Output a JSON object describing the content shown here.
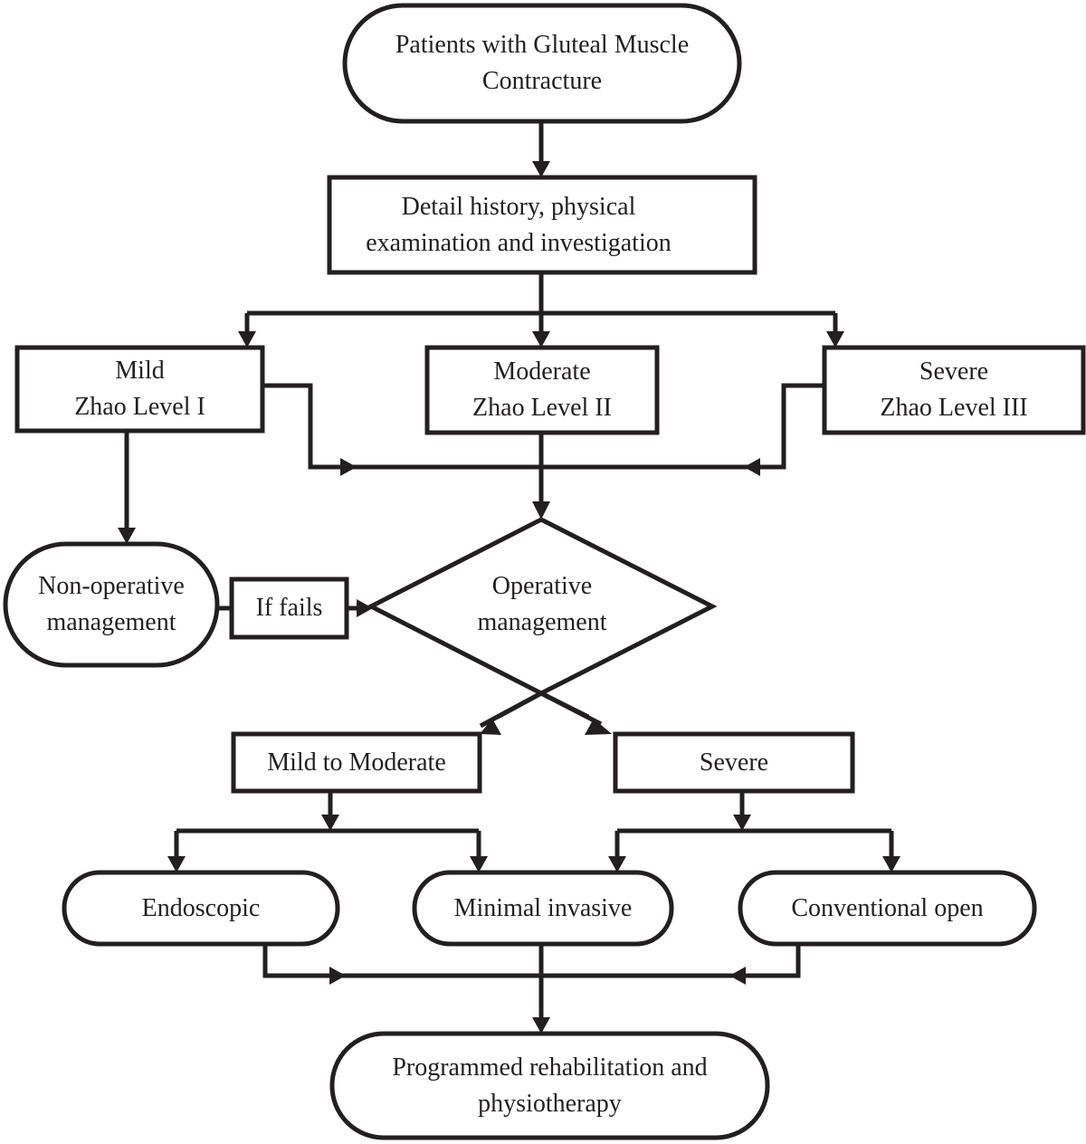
{
  "nodes": {
    "patients": {
      "lines": [
        "Patients with Gluteal Muscle",
        "Contracture"
      ]
    },
    "history": {
      "lines": [
        "Detail history, physical",
        "examination and investigation"
      ]
    },
    "mild": {
      "lines": [
        "Mild",
        "Zhao Level I"
      ]
    },
    "moderate": {
      "lines": [
        "Moderate",
        "Zhao Level II"
      ]
    },
    "severe": {
      "lines": [
        "Severe",
        "Zhao Level III"
      ]
    },
    "nonoperative": {
      "lines": [
        "Non-operative",
        "management"
      ]
    },
    "iffails": {
      "lines": [
        "If fails"
      ]
    },
    "operative": {
      "lines": [
        "Operative",
        "management"
      ]
    },
    "mildmod": {
      "lines": [
        "Mild to Moderate"
      ]
    },
    "severe2": {
      "lines": [
        "Severe"
      ]
    },
    "endoscopic": {
      "lines": [
        "Endoscopic"
      ]
    },
    "minimal": {
      "lines": [
        "Minimal invasive"
      ]
    },
    "conventional": {
      "lines": [
        "Conventional open"
      ]
    },
    "rehab": {
      "lines": [
        "Programmed rehabilitation and",
        "physiotherapy"
      ]
    }
  }
}
